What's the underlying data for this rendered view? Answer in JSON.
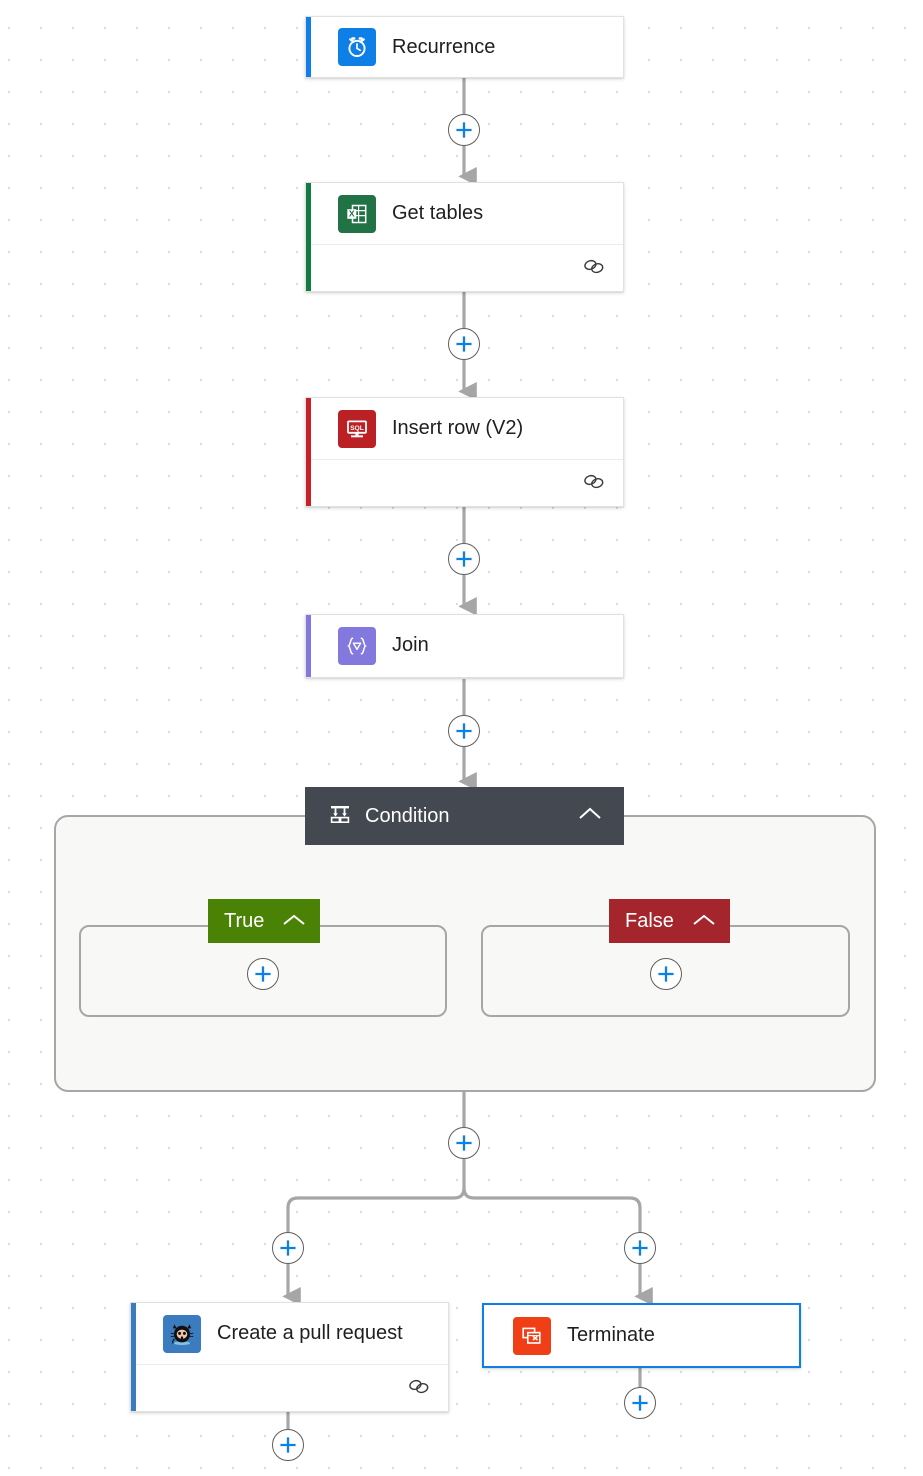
{
  "canvas": {
    "name": "logic-app-designer-canvas",
    "background": "#ffffff",
    "grid_dot_color": "#d9d7d9",
    "connector_color": "#a6a6a6",
    "accent_blue": "#0f7fe8"
  },
  "nodes": [
    {
      "id": "recurrence",
      "title": "Recurrence",
      "icon": "alarm-clock-icon",
      "icon_bg": "#0f7fe8",
      "accent": "#0f7fe8",
      "has_footer": false,
      "selected": false
    },
    {
      "id": "get-tables",
      "title": "Get tables",
      "icon": "excel-table-icon",
      "icon_bg": "#217346",
      "accent": "#107c41",
      "has_footer": true,
      "selected": false
    },
    {
      "id": "insert-row-v2",
      "title": "Insert row (V2)",
      "icon": "sql-server-icon",
      "icon_bg": "#bb2025",
      "accent": "#c8202a",
      "has_footer": true,
      "selected": false
    },
    {
      "id": "join",
      "title": "Join",
      "icon": "data-operations-icon",
      "icon_bg": "#8378de",
      "accent": "#8378de",
      "has_footer": false,
      "selected": false
    },
    {
      "id": "create-a-pull-request",
      "title": "Create a pull request",
      "icon": "github-octocat-icon",
      "icon_bg": "#3b7cbf",
      "accent": "#3b7cbf",
      "has_footer": true,
      "selected": false
    },
    {
      "id": "terminate",
      "title": "Terminate",
      "icon": "terminate-window-x-icon",
      "icon_bg": "#f03e16",
      "accent": "#f03e16",
      "has_footer": false,
      "selected": true
    }
  ],
  "scope": {
    "id": "condition",
    "title": "Condition",
    "icon": "condition-branch-icon",
    "header_bg": "#434851",
    "collapse_icon": "chevron-up-icon",
    "body_bg": "#f8f8f6",
    "branches": [
      {
        "id": "true",
        "label": "True",
        "color": "#498205",
        "collapse_icon": "chevron-up-icon"
      },
      {
        "id": "false",
        "label": "False",
        "color": "#a4262c",
        "collapse_icon": "chevron-up-icon"
      }
    ]
  },
  "add_buttons": [
    {
      "id": "add-after-recurrence",
      "label": "+",
      "icon": "plus-icon"
    },
    {
      "id": "add-after-get-tables",
      "label": "+",
      "icon": "plus-icon"
    },
    {
      "id": "add-after-insert-row",
      "label": "+",
      "icon": "plus-icon"
    },
    {
      "id": "add-after-join",
      "label": "+",
      "icon": "plus-icon"
    },
    {
      "id": "add-in-true-branch",
      "label": "+",
      "icon": "plus-icon"
    },
    {
      "id": "add-in-false-branch",
      "label": "+",
      "icon": "plus-icon"
    },
    {
      "id": "add-after-condition",
      "label": "+",
      "icon": "plus-icon"
    },
    {
      "id": "add-left-parallel",
      "label": "+",
      "icon": "plus-icon"
    },
    {
      "id": "add-right-parallel",
      "label": "+",
      "icon": "plus-icon"
    },
    {
      "id": "add-after-terminate",
      "label": "+",
      "icon": "plus-icon"
    },
    {
      "id": "add-after-pull-request",
      "label": "+",
      "icon": "plus-icon"
    }
  ],
  "footer_icon": {
    "name": "connection-link-icon",
    "tooltip": "Connection"
  }
}
